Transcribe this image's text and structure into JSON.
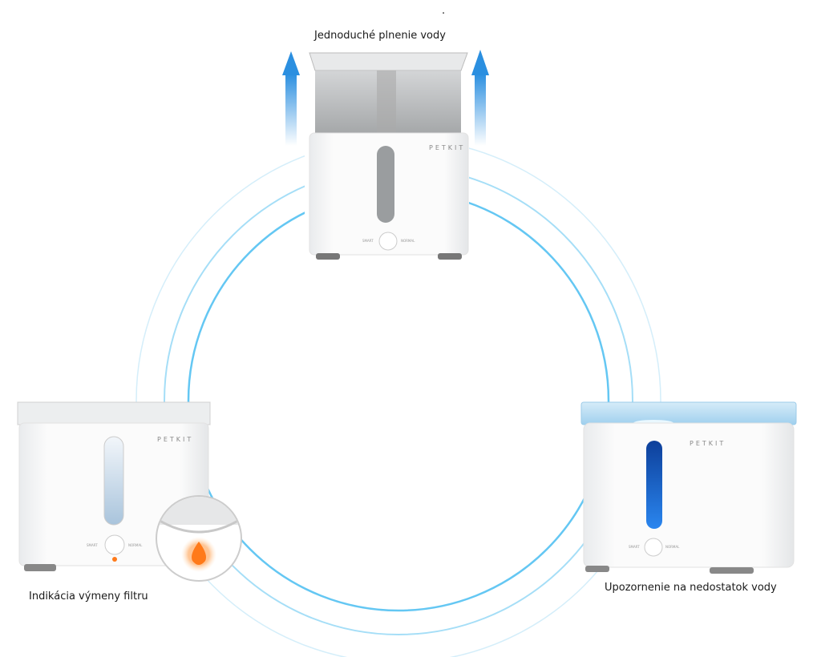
{
  "dot": ".",
  "features": {
    "top": {
      "label": "Jednoduché plnenie vody"
    },
    "left": {
      "label": "Indikácia výmeny filtru"
    },
    "right": {
      "label": "Upozornenie na nedostatok vody"
    }
  },
  "device": {
    "brand": "PETKIT",
    "mode_left": "SMART",
    "mode_right": "NORMAL"
  },
  "colors": {
    "ring": "#5cc4f2",
    "arrow": "#2b8fe0",
    "filter_alert": "#ff7a1a",
    "water_blue": "#1f6fd6"
  }
}
